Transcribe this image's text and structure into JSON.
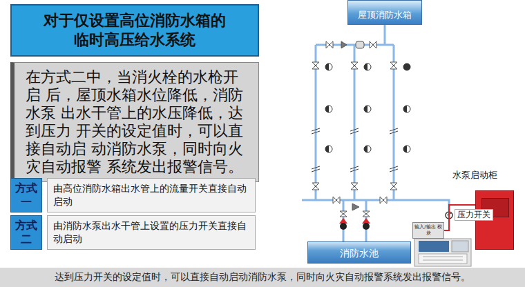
{
  "diagram": {
    "title": "对于仅设置高位消防水箱的 临时高压给水系统",
    "caption": "达到压力开关的设定值时，可以直接自动启动消防水泵，同时向火灾自动报警系统发出报警信号。",
    "nodes": [
      {
        "text": [
          "在方式二中，当消火栓的水枪开启 后，屋顶水箱水位降低，消防水泵 出水干管上的水压降低，达到压力 开关的设定值时，可以直接自动启 动消防水泵，同时向火灾自动报警 系统发出报警信号。"
        ]
      },
      {
        "text": [
          "方式 一"
        ]
      },
      {
        "text": [
          "由高位消防水箱出水管上的流量开关直接自动 启动"
        ]
      },
      {
        "text": [
          "方式 二"
        ]
      },
      {
        "text": [
          "由消防水泵出水干管上设置的压力开关直接自 动启动"
        ]
      },
      {
        "text": [
          "屋顶消防水箱"
        ]
      },
      {
        "text": [
          "水泵启动柜"
        ]
      },
      {
        "text": [
          "输入/输出 模块"
        ]
      },
      {
        "text": [
          "消防水池"
        ]
      }
    ],
    "edges": [
      {
        "from": 7,
        "to": 6,
        "arrow": "none"
      }
    ],
    "labels": [
      "压力开关"
    ]
  }
}
